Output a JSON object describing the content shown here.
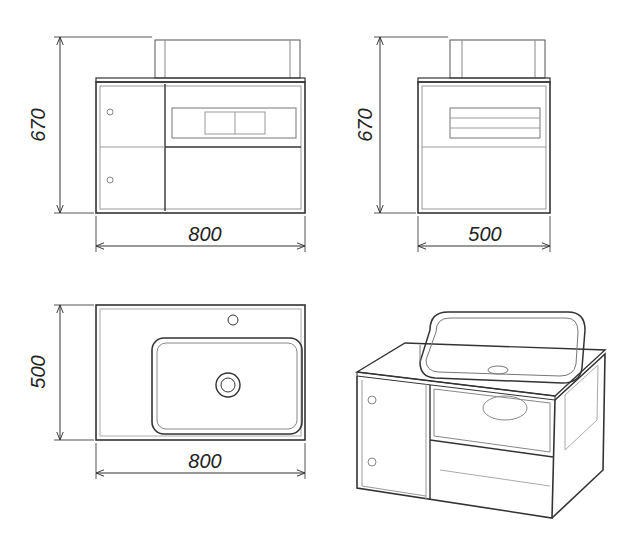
{
  "diagram": {
    "labels": [
      "670",
      "800",
      "670",
      "500",
      "500",
      "800"
    ]
  }
}
